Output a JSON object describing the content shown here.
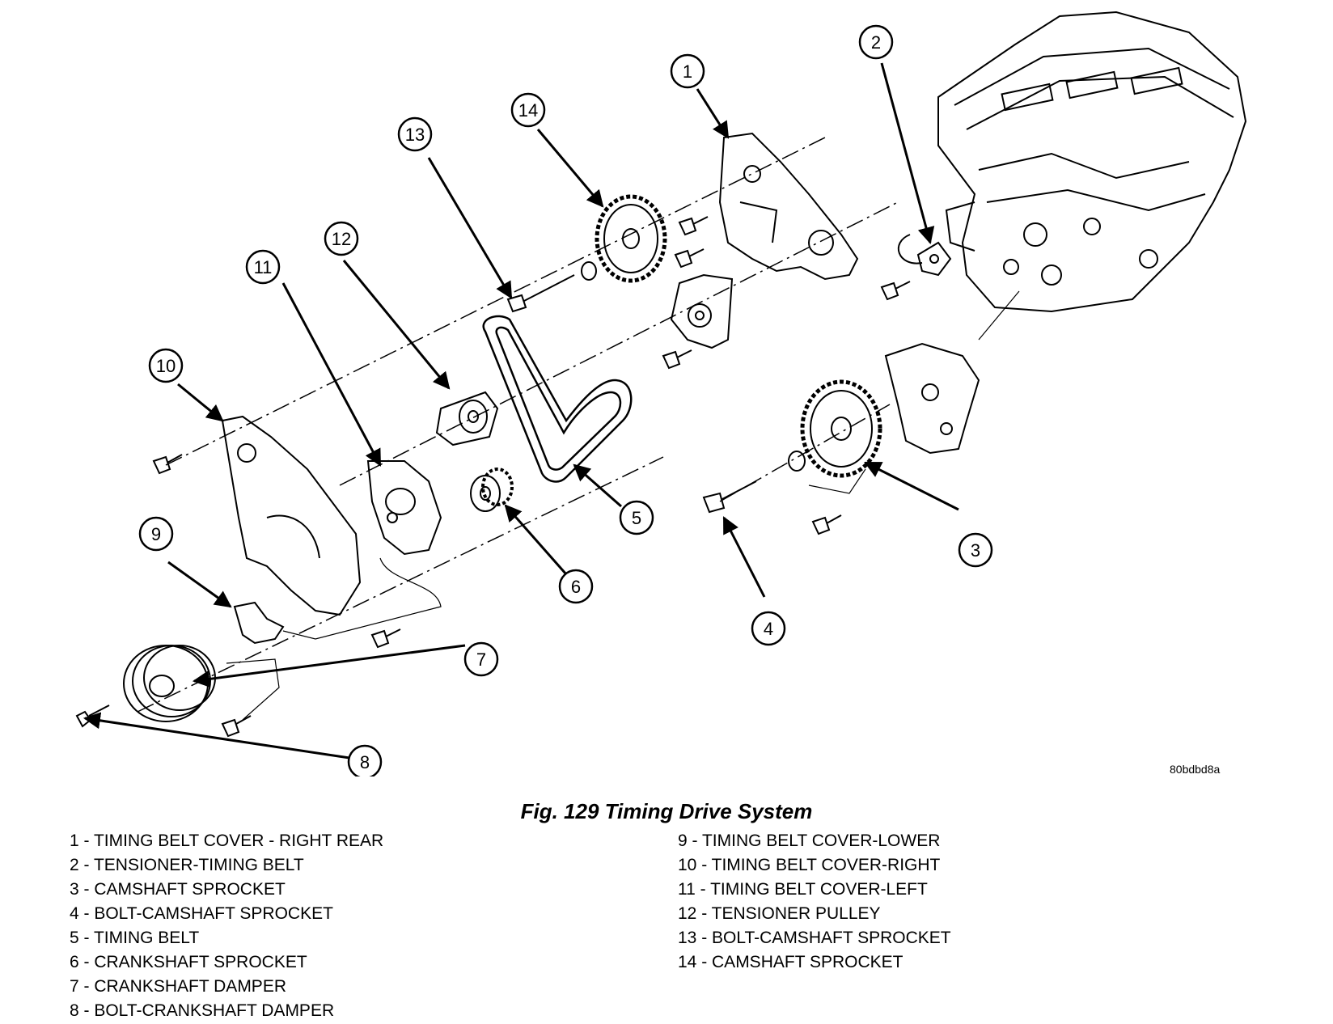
{
  "figure": {
    "code": "80bdbd8a",
    "caption": "Fig. 129 Timing Drive System"
  },
  "callouts": [
    "1",
    "2",
    "3",
    "4",
    "5",
    "6",
    "7",
    "8",
    "9",
    "10",
    "11",
    "12",
    "13",
    "14"
  ],
  "legend": {
    "left": [
      "1 - TIMING BELT COVER - RIGHT REAR",
      "2 - TENSIONER-TIMING BELT",
      "3 - CAMSHAFT SPROCKET",
      "4 - BOLT-CAMSHAFT SPROCKET",
      "5 - TIMING BELT",
      "6 - CRANKSHAFT SPROCKET",
      "7 - CRANKSHAFT DAMPER",
      "8 - BOLT-CRANKSHAFT DAMPER"
    ],
    "right": [
      "9 - TIMING BELT COVER-LOWER",
      "10 - TIMING BELT COVER-RIGHT",
      "11 - TIMING BELT COVER-LEFT",
      "12 - TENSIONER PULLEY",
      "13 - BOLT-CAMSHAFT SPROCKET",
      "14 - CAMSHAFT SPROCKET"
    ]
  }
}
